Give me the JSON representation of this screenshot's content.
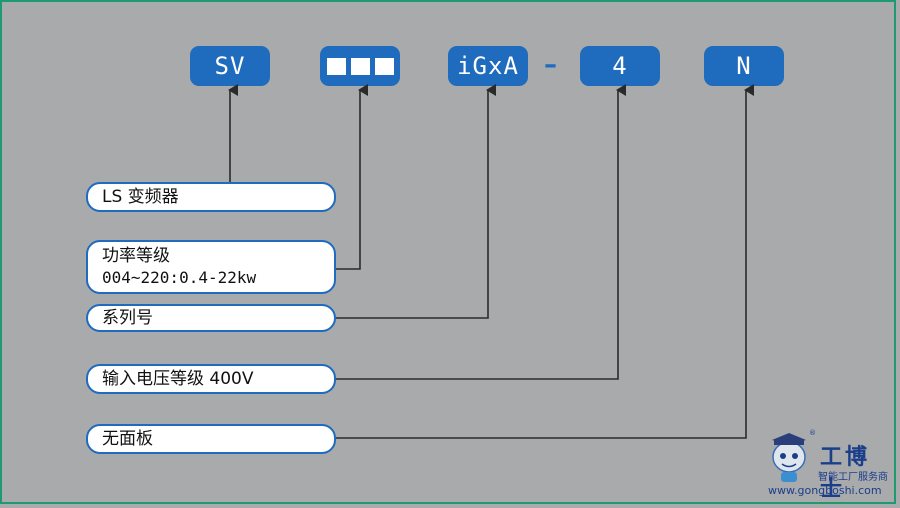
{
  "code": {
    "part1": "SV",
    "part3": "iGxA",
    "dash": "–",
    "part4": "4",
    "part5": "N"
  },
  "labels": {
    "brand": "LS 变频器",
    "power_title": "功率等级",
    "power_range": "004~220:0.4-22kw",
    "series": "系列号",
    "voltage": "输入电压等级 400V",
    "panel": "无面板"
  },
  "logo": {
    "title": "工博士",
    "subtitle": "智能工厂服务商",
    "url": "www.gongboshi.com",
    "registered": "®"
  },
  "colors": {
    "accent": "#1f6bbd",
    "background": "#a8aaac",
    "line": "#2a2a2a"
  }
}
